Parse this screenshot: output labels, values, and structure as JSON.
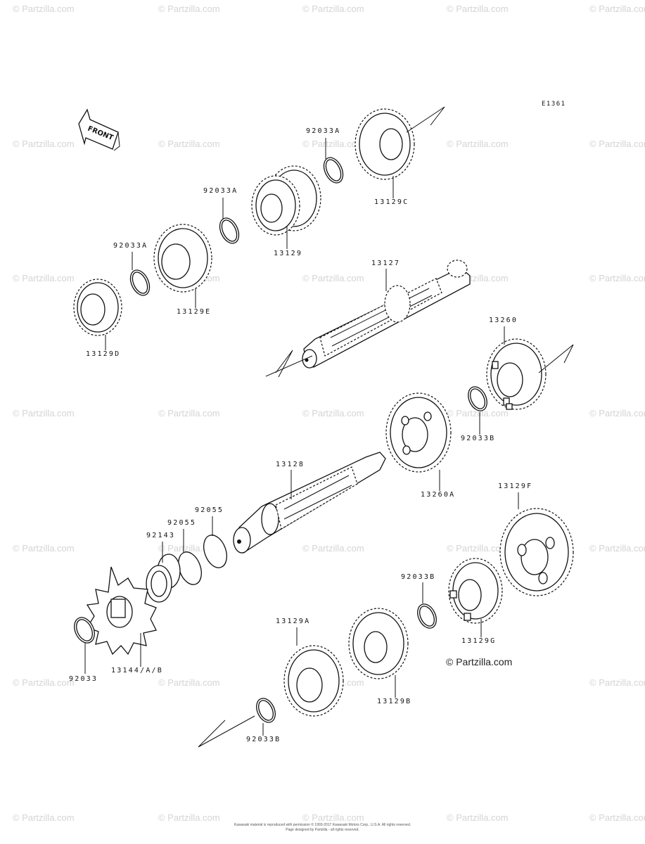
{
  "watermark": "© Partzilla.com",
  "copyright_main": "© Partzilla.com",
  "diagram_code": "E1361",
  "front_label": "FRONT",
  "labels": {
    "p92033A_1": "92033A",
    "p13129C": "13129C",
    "p92033A_2": "92033A",
    "p13129": "13129",
    "p92033A_3": "92033A",
    "p13129E": "13129E",
    "p13129D": "13129D",
    "p13127": "13127",
    "p13260": "13260",
    "p92033B_1": "92033B",
    "p13260A": "13260A",
    "p13128": "13128",
    "p92055_1": "92055",
    "p92055_2": "92055",
    "p92143": "92143",
    "p13129F": "13129F",
    "p92033B_2": "92033B",
    "p13129G": "13129G",
    "p13129A": "13129A",
    "p13129B": "13129B",
    "p92033": "92033",
    "p13144": "13144/A/B",
    "p92033B_3": "92033B"
  },
  "footer": {
    "line1": "Kawasaki material is reproduced with permission © 1993-2017 Kawasaki Motors Corp., U.S.A. All rights reserved.",
    "line2": "Page designed by Partzilla - all rights reserved."
  }
}
